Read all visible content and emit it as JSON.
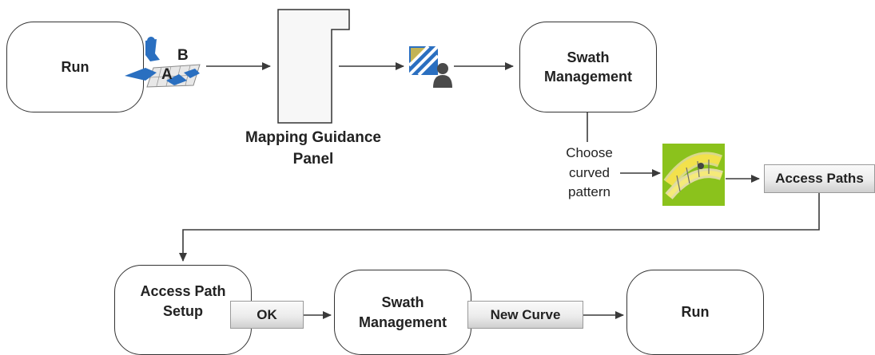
{
  "nodes": {
    "run_start": "Run",
    "mapping_panel_label": "Mapping Guidance\nPanel",
    "swath_mgmt_1": "Swath\nManagement",
    "choose_label": "Choose\ncurved\npattern",
    "access_paths_button": "Access Paths",
    "access_path_setup": "Access Path\nSetup",
    "ok_button": "OK",
    "swath_mgmt_2": "Swath\nManagement",
    "new_curve_button": "New Curve",
    "run_end": "Run"
  },
  "icons": {
    "ab_line": "ab-line-icon",
    "ab_letter_a": "A",
    "ab_letter_b": "B",
    "mapping_guidance": "mapping-guidance-icon",
    "curved_pattern": "curved-pattern-icon"
  },
  "colors": {
    "stroke": "#333333",
    "icon_blue": "#2a6fc0",
    "curve_green": "#8bc21c",
    "curve_yellow": "#f2e14c"
  }
}
